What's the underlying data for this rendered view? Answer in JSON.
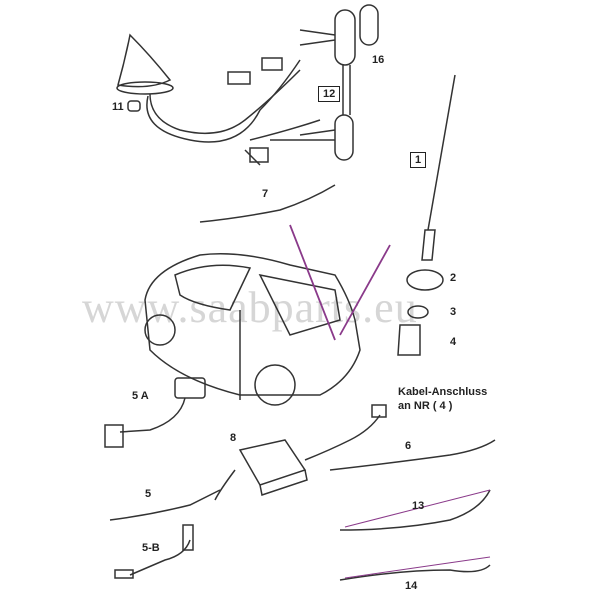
{
  "watermark": "www.saabparts.eu",
  "labels": {
    "p1": "1",
    "p2": "2",
    "p3": "3",
    "p4": "4",
    "p5a": "5 A",
    "p5": "5",
    "p5b": "5-B",
    "p6": "6",
    "p7": "7",
    "p8": "8",
    "p11": "11",
    "p12": "12",
    "p13": "13",
    "p14": "14",
    "p16": "16"
  },
  "note": {
    "line1": "Kabel-Anschluss",
    "line2": "an NR  ( 4 )"
  },
  "colors": {
    "line": "#333333",
    "accent": "#8a3a8a"
  }
}
